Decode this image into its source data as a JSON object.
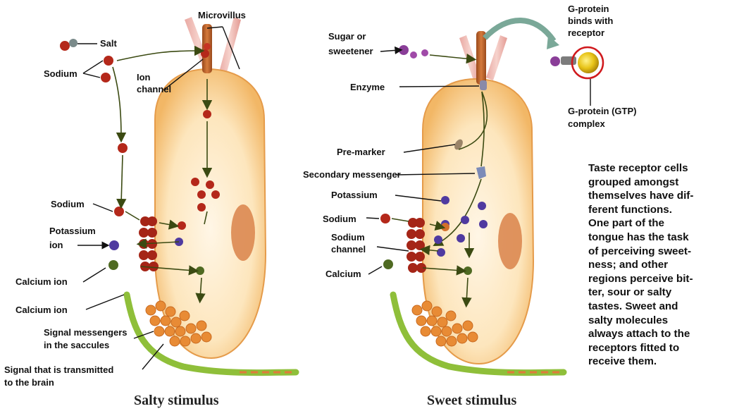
{
  "labels": {
    "microvillus": "Microvillus",
    "salt": "Salt",
    "sodium_top": "Sodium",
    "ion_channel": [
      "Ion",
      "channel"
    ],
    "sodium_mid": "Sodium",
    "potassium_ion": [
      "Potassium",
      "ion"
    ],
    "calcium_ion_1": "Calcium ion",
    "calcium_ion_2": "Calcium ion",
    "signal_messengers": [
      "Signal messengers",
      "in the saccules"
    ],
    "signal_brain": [
      "Signal that is transmitted",
      "to the brain"
    ],
    "sugar": [
      "Sugar or",
      "sweetener"
    ],
    "gprotein_binds": [
      "G-protein",
      "binds with",
      "receptor"
    ],
    "enzyme": "Enzyme",
    "gprotein_complex": [
      "G-protein (GTP)",
      "complex"
    ],
    "pre_marker": "Pre-marker",
    "secondary_messenger": "Secondary messenger",
    "potassium": "Potassium",
    "sodium_right": "Sodium",
    "sodium_channel": [
      "Sodium",
      "channel"
    ],
    "calcium": "Calcium"
  },
  "captions": {
    "salty": "Salty stimulus",
    "sweet": "Sweet stimulus"
  },
  "description": [
    "Taste receptor cells",
    "grouped amongst",
    "themselves have dif-",
    "ferent functions.",
    "One part of the",
    "tongue has the task",
    "of perceiving sweet-",
    "ness; and other",
    "regions perceive bit-",
    "ter, sour or salty",
    "tastes. Sweet and",
    "salty molecules",
    "always attach to the",
    "receptors fitted to",
    "receive them."
  ],
  "colors": {
    "cell_outer": "#f2b766",
    "cell_inner": "#fdf1d8",
    "nucleus": "#d9824a",
    "sodium": "#b4281a",
    "potassium": "#4f3aa0",
    "calcium": "#4f6a22",
    "saccule": "#e88b35",
    "nerve": "#8fbf3a",
    "highlight_ring": "#d0191d"
  }
}
